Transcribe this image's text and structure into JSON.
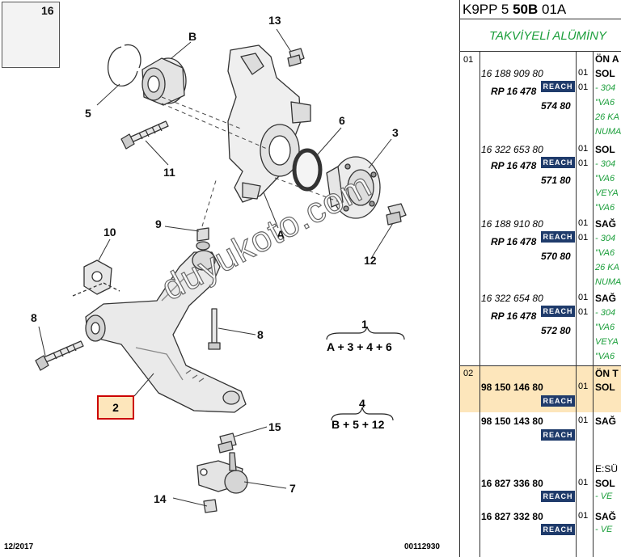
{
  "diagram": {
    "inset_label": "16",
    "callouts": {
      "c13": "13",
      "cB": "B",
      "c5": "5",
      "c6": "6",
      "c3": "3",
      "c11": "11",
      "cA": "A",
      "c9": "9",
      "c10": "10",
      "c12": "12",
      "c8a": "8",
      "c8b": "8",
      "c2": "2",
      "c15": "15",
      "c7": "7",
      "c14": "14"
    },
    "formula1_num": "1",
    "formula1_text": "A + 3 + 4 + 6",
    "formula2_num": "4",
    "formula2_text": "B + 5 + 12",
    "watermark": "duyukoto.com",
    "footer_date": "12/2017",
    "footer_code": "00112930"
  },
  "parts_list": {
    "header_prefix": "K9PP 5 ",
    "header_bold": "50B",
    "header_suffix": " 01A",
    "title": "TAKVİYELİ ALÜMİNY",
    "group1": {
      "no": "01",
      "heading": "ÖN A",
      "entries": [
        {
          "pn": "16 188 909 80",
          "qty": "01",
          "side": "SOL",
          "rp": "RP 16 478",
          "reach": "REACH",
          "qty2": "01",
          "price": "574 80",
          "notes": [
            "- 304",
            "\"VA6",
            "26 KA",
            "NUMA"
          ]
        },
        {
          "pn": "16 322 653 80",
          "qty": "01",
          "side": "SOL",
          "rp": "RP 16 478",
          "reach": "REACH",
          "qty2": "01",
          "price": "571 80",
          "notes": [
            "- 304",
            "\"VA6",
            "VEYA",
            "\"VA6"
          ]
        },
        {
          "pn": "16 188 910 80",
          "qty": "01",
          "side": "SAĞ",
          "rp": "RP 16 478",
          "reach": "REACH",
          "qty2": "01",
          "price": "570 80",
          "notes": [
            "- 304",
            "\"VA6",
            "26 KA",
            "NUMA"
          ]
        },
        {
          "pn": "16 322 654 80",
          "qty": "01",
          "side": "SAĞ",
          "rp": "RP 16 478",
          "reach": "REACH",
          "qty2": "01",
          "price": "572 80",
          "notes": [
            "- 304",
            "\"VA6",
            "VEYA",
            "\"VA6"
          ]
        }
      ]
    },
    "group2": {
      "no": "02",
      "heading": "ÖN T",
      "entries": [
        {
          "pn": "98 150 146 80",
          "qty": "01",
          "side": "SOL",
          "reach": "REACH"
        },
        {
          "pn": "98 150 143 80",
          "qty": "01",
          "side": "SAĞ",
          "reach": "REACH"
        }
      ],
      "sub_heading": "E:SÜ",
      "sub_entries": [
        {
          "pn": "16 827 336 80",
          "qty": "01",
          "side": "SOL",
          "reach": "REACH",
          "note": "- VE"
        },
        {
          "pn": "16 827 332 80",
          "qty": "01",
          "side": "SAĞ",
          "reach": "REACH",
          "note": "- VE"
        }
      ]
    }
  },
  "colors": {
    "highlight": "#fde6bb",
    "highlight_border": "#c00000",
    "reach_badge": "#1f3b6b",
    "note_green": "#1a9e3a"
  }
}
